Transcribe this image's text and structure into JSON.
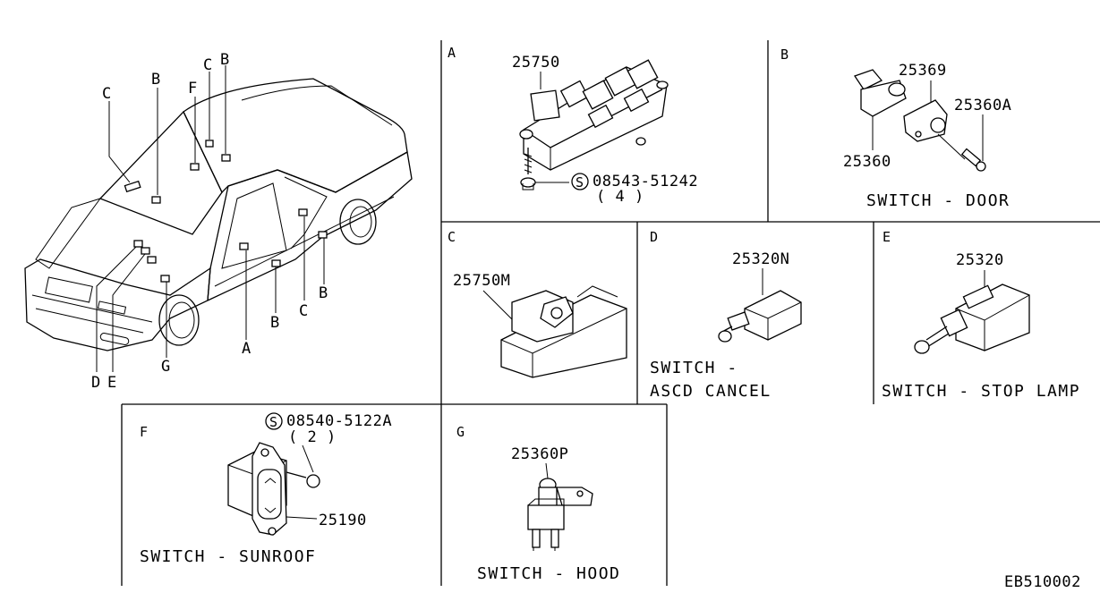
{
  "car_callouts": [
    "C",
    "B",
    "F",
    "C",
    "B",
    "D",
    "E",
    "G",
    "A",
    "B",
    "C",
    "B"
  ],
  "panels": {
    "A": {
      "letter": "A",
      "parts": [
        "25750"
      ],
      "screw": {
        "symbol": "S",
        "number": "08543-51242",
        "qty": "( 4 )"
      }
    },
    "B": {
      "letter": "B",
      "parts": [
        "25369",
        "25360A",
        "25360"
      ],
      "caption": "SWITCH - DOOR"
    },
    "C": {
      "letter": "C",
      "parts": [
        "25750M"
      ]
    },
    "D": {
      "letter": "D",
      "parts": [
        "25320N"
      ],
      "caption_line1": "SWITCH -",
      "caption_line2": "ASCD CANCEL"
    },
    "E": {
      "letter": "E",
      "parts": [
        "25320"
      ],
      "caption": "SWITCH - STOP LAMP"
    },
    "F": {
      "letter": "F",
      "parts": [
        "25190"
      ],
      "screw": {
        "symbol": "S",
        "number": "08540-5122A",
        "qty": "( 2 )"
      },
      "caption": "SWITCH - SUNROOF"
    },
    "G": {
      "letter": "G",
      "parts": [
        "25360P"
      ],
      "caption": "SWITCH - HOOD"
    }
  },
  "diagram_code": "EB510002"
}
